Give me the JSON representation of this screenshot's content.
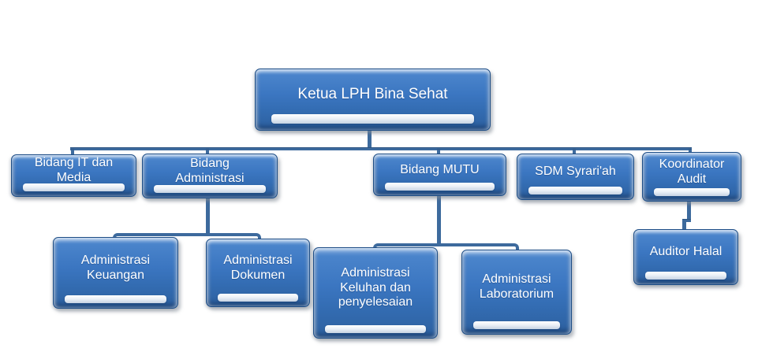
{
  "diagram": {
    "type": "org-chart",
    "background": "#ffffff"
  },
  "colors": {
    "box_fill": "#3b76c1",
    "box_fill_top": "#7fa9dd",
    "box_fill_bottom": "#2d609f",
    "box_border": "#1d4d86",
    "box_text": "#ffffff",
    "shine_bar": "#dde6f0",
    "connector": "#3d6a9d"
  },
  "nodes": [
    {
      "id": "ketua",
      "label": "Ketua LPH Bina Sehat",
      "level": 1,
      "parent": null
    },
    {
      "id": "bidang-it-media",
      "label": "Bidang IT dan Media",
      "level": 2,
      "parent": "ketua"
    },
    {
      "id": "bidang-administrasi",
      "label": "Bidang Administrasi",
      "level": 2,
      "parent": "ketua"
    },
    {
      "id": "bidang-mutu",
      "label": "Bidang MUTU",
      "level": 2,
      "parent": "ketua"
    },
    {
      "id": "sdm-syrariah",
      "label": "SDM Syrari'ah",
      "level": 2,
      "parent": "ketua"
    },
    {
      "id": "koordinator-audit",
      "label": "Koordinator Audit",
      "level": 2,
      "parent": "ketua"
    },
    {
      "id": "administrasi-keuangan",
      "label": "Administrasi Keuangan",
      "level": 3,
      "parent": "bidang-administrasi"
    },
    {
      "id": "administrasi-dokumen",
      "label": "Administrasi Dokumen",
      "level": 3,
      "parent": "bidang-administrasi"
    },
    {
      "id": "administrasi-keluhan",
      "label": "Administrasi Keluhan dan penyelesaian",
      "level": 3,
      "parent": "bidang-mutu"
    },
    {
      "id": "administrasi-laboratorium",
      "label": "Administrasi Laboratorium",
      "level": 3,
      "parent": "bidang-mutu"
    },
    {
      "id": "auditor-halal",
      "label": "Auditor Halal",
      "level": 3,
      "parent": "koordinator-audit"
    }
  ]
}
